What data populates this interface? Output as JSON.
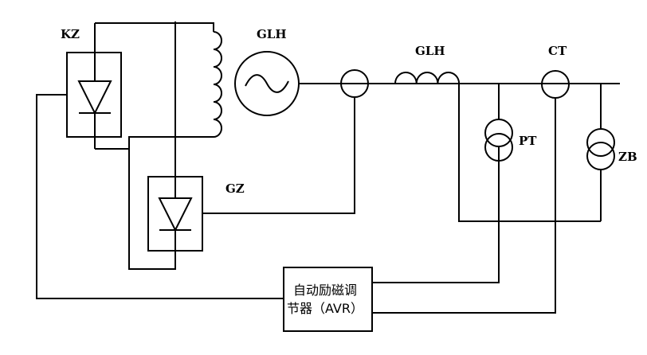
{
  "diagram": {
    "title": "Generator excitation system schematic",
    "labels": {
      "kz": "KZ",
      "gz": "GZ",
      "generator": "GLH",
      "reactor": "GLH",
      "ct": "CT",
      "pt": "PT",
      "zb": "ZB"
    },
    "avr": {
      "line1": "自动励磁调",
      "line2": "节器（AVR）"
    },
    "components": [
      {
        "id": "kz",
        "type": "thyristor-rectifier",
        "label": "KZ"
      },
      {
        "id": "gz",
        "type": "thyristor-rectifier",
        "label": "GZ"
      },
      {
        "id": "field-winding",
        "type": "inductor-coil"
      },
      {
        "id": "generator",
        "type": "ac-generator",
        "label": "GLH"
      },
      {
        "id": "ct-excitation",
        "type": "current-transformer"
      },
      {
        "id": "reactor",
        "type": "reactor",
        "label": "GLH"
      },
      {
        "id": "ct",
        "type": "current-transformer",
        "label": "CT"
      },
      {
        "id": "pt",
        "type": "potential-transformer",
        "label": "PT"
      },
      {
        "id": "zb",
        "type": "transformer",
        "label": "ZB"
      },
      {
        "id": "avr",
        "type": "controller",
        "label": "自动励磁调节器（AVR）"
      }
    ],
    "colors": {
      "line": "#000000",
      "background": "#ffffff"
    }
  }
}
